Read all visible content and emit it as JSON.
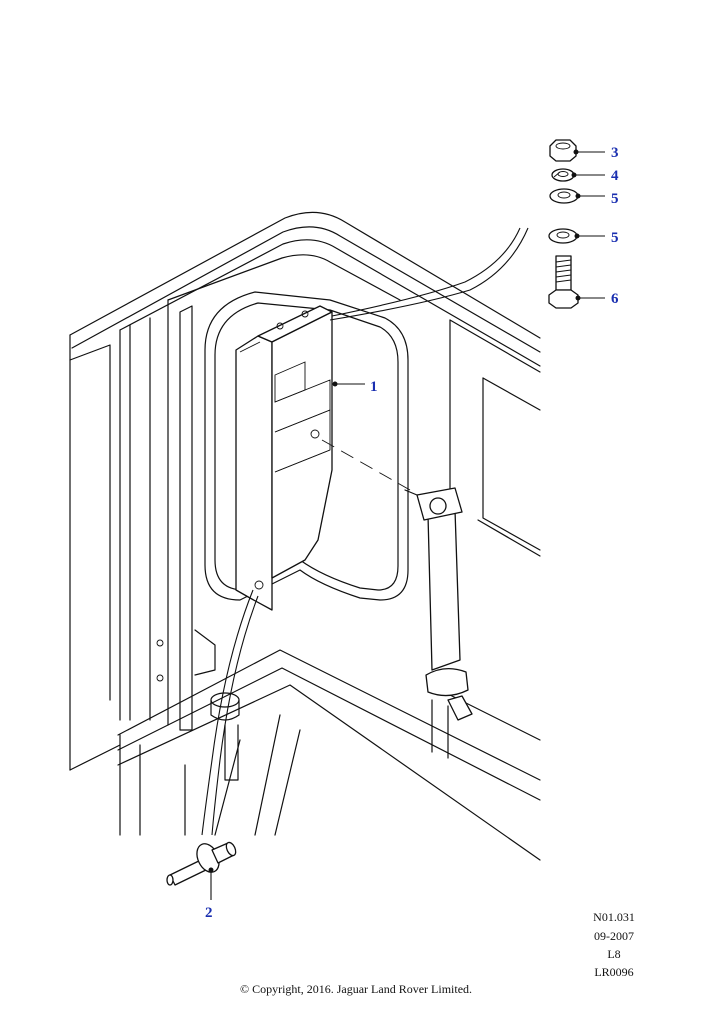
{
  "callouts": {
    "c1": "1",
    "c2": "2",
    "c3": "3",
    "c4": "4",
    "c5a": "5",
    "c5b": "5",
    "c6": "6"
  },
  "meta": {
    "code": "N01.031",
    "date": "09-2007",
    "section": "L8",
    "ref": "LR0096"
  },
  "copyright": "© Copyright, 2016. Jaguar Land Rover Limited.",
  "colors": {
    "callout": "#1a2fb0",
    "line": "#111111"
  }
}
